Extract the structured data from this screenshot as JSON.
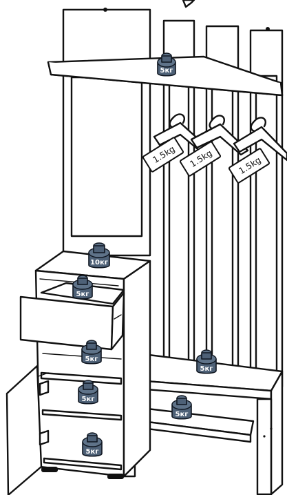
{
  "colors": {
    "line": "#111111",
    "weight_fill": "#4e6177",
    "weight_top": "#5f7389",
    "background": "#ffffff"
  },
  "load_labels": {
    "top_shelf": "5кг",
    "hanger_1": "1.5kg",
    "hanger_2": "1.5kg",
    "hanger_3": "1.5kg",
    "cabinet_top": "10кг",
    "drawer": "5кг",
    "cabinet_shelf": "5кг",
    "bench_seat": "5кг",
    "lower_shelf_upper": "5кг",
    "lower_shelf_bottom": "5кг",
    "bench_shelf": "5кг"
  }
}
